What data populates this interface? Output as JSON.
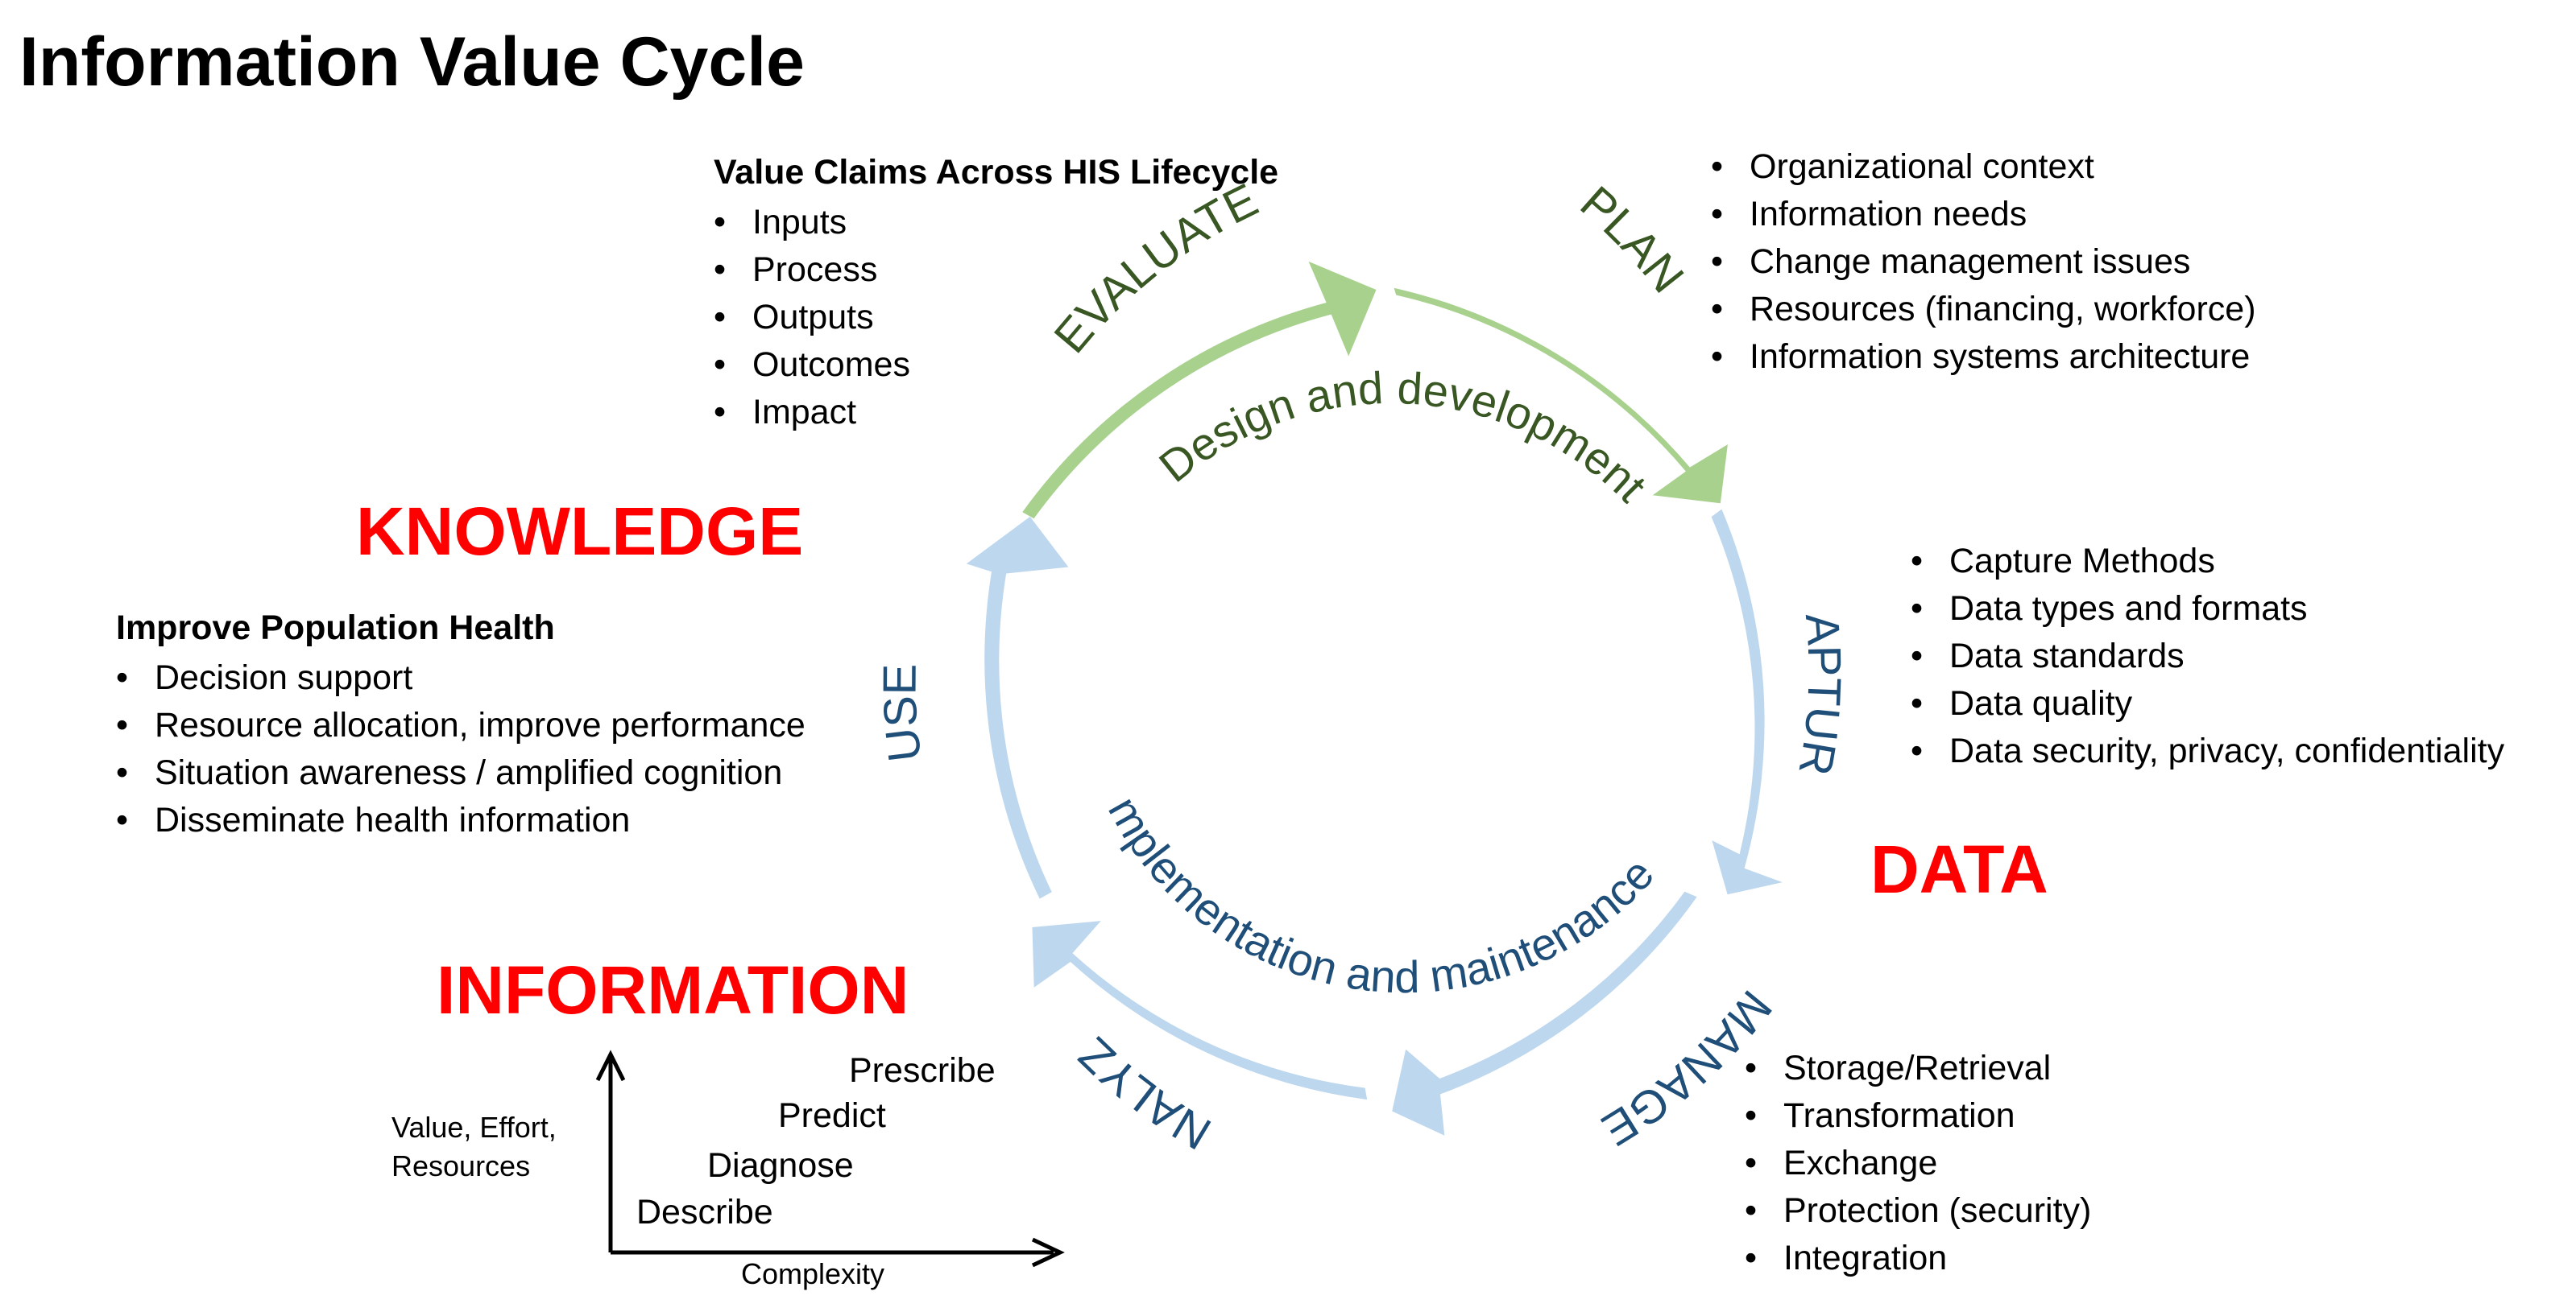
{
  "title": "Information Value Cycle",
  "colors": {
    "green_arrow": "#a9d18e",
    "green_text": "#385723",
    "blue_arrow": "#bdd7ee",
    "blue_text": "#1f4e79",
    "stage_red": "#ff0000"
  },
  "cycle": {
    "evaluate": "EVALUATE",
    "plan": "PLAN",
    "capture": "CAPTURE",
    "manage": "MANAGE",
    "analyze": "ANALYZE",
    "use": "USE",
    "design": "Design and development",
    "implementation": "Implementation and maintenance"
  },
  "value_claims": {
    "heading": "Value Claims Across HIS Lifecycle",
    "items": [
      "Inputs",
      "Process",
      "Outputs",
      "Outcomes",
      "Impact"
    ]
  },
  "plan_items": [
    "Organizational context",
    "Information needs",
    "Change management issues",
    "Resources (financing, workforce)",
    "Information systems architecture"
  ],
  "capture_items": [
    "Capture Methods",
    "Data types and formats",
    "Data standards",
    "Data quality",
    "Data security, privacy, confidentiality"
  ],
  "manage_items": [
    "Storage/Retrieval",
    "Transformation",
    "Exchange",
    "Protection (security)",
    "Integration"
  ],
  "knowledge": {
    "label": "KNOWLEDGE",
    "heading": "Improve Population Health",
    "items": [
      "Decision support",
      "Resource allocation, improve performance",
      "Situation awareness / amplified cognition",
      "Disseminate health information"
    ]
  },
  "data_label": "DATA",
  "information_label": "INFORMATION",
  "analytics": {
    "y_label_1": "Value, Effort,",
    "y_label_2": "Resources",
    "x_label": "Complexity",
    "describe": "Describe",
    "diagnose": "Diagnose",
    "predict": "Predict",
    "prescribe": "Prescribe"
  }
}
